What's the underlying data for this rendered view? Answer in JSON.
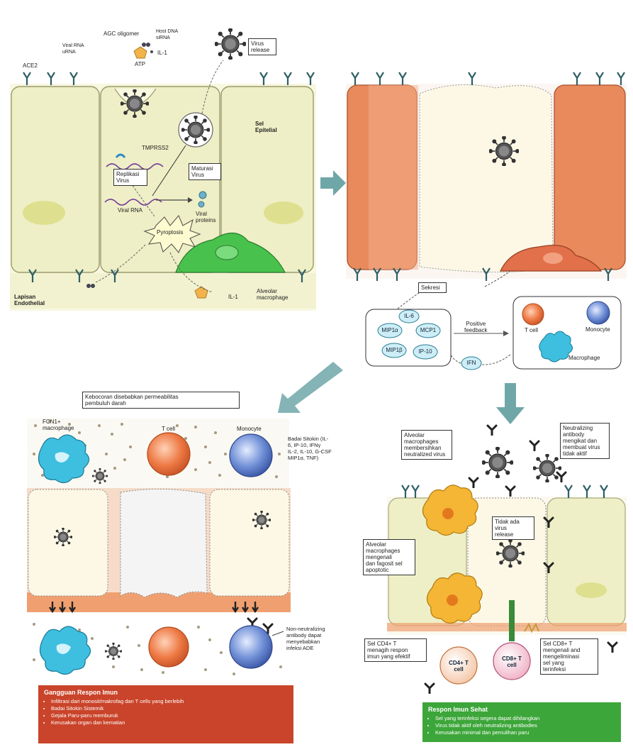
{
  "colors": {
    "epithelium_healthy": "#eeefc6",
    "epithelium_infected": "#e98a5c",
    "macrophage_green": "#48c24c",
    "cytokine_blue": "#cdeef6",
    "tcell_orange": "#ee7a45",
    "monocyte_blue": "#6f8fd6",
    "fcn1_macrophage": "#3ebfe0",
    "alveolar_macrophage": "#f4b634",
    "arrow_teal": "#6fa7a8",
    "impaired_box": "#c9442a",
    "healthy_box": "#3da63a"
  },
  "panel_a": {
    "agc_oligomer": "AGC oligomer",
    "host_dna": "Host DNA\nsiRNA",
    "viral_rna": "Viral RNA\nuRNA",
    "il1_top": "IL-1",
    "atp": "ATP",
    "ace2": "ACE2",
    "virus_release": "Virus\nrelease",
    "sel_epitelial": "Sel\nEpitelial",
    "tmprss2": "TMPRSS2",
    "replikasi": "Replikasi\nVirus",
    "maturasi": "Maturasi\nVirus",
    "viral_rna_strand": "Viral RNA",
    "viral_proteins": "Viral\nproteins",
    "pyroptosis": "Pyroptosis",
    "alveolar_macrophage": "Alveolar\nmacrophage",
    "lapisan_endothelial": "Lapisan\nEndothelial",
    "il1_bottom": "IL-1"
  },
  "panel_b": {
    "sekresi": "Sekresi",
    "cytokines": [
      "IL-6",
      "MIP1α",
      "MCP1",
      "MIP1β",
      "IP-10"
    ],
    "positive_feedback": "Positive\nfeedback",
    "ifn": "IFN",
    "t_cell": "T cell",
    "monocyte": "Monocyte",
    "macrophage": "Macrophage"
  },
  "panel_c": {
    "leakage_box": "Kebocoran disebabkan permeabilitas\npembuluh darah",
    "fcn1_macrophage": "FCN1+\nmacrophage",
    "t_cell": "T cell",
    "monocyte": "Monocyte",
    "cytokine_storm": "Badai Sitokin (IL-\n6, IP-10, IFNγ\nIL-2, IL-10, G-CSF\nMIP1α, TNF)",
    "non_neutralizing": "Non-neutralizing\nantibody dapat\nmenyebabkan\ninfeksi ADE",
    "impaired_title": "Gangguan Respon Imun",
    "impaired_points": [
      "Infiltrasi dari monosit/makrofag dan T cells yang berlebih",
      "Badai Sitokin Sistemik",
      "Gejala Paru-paru memburuk",
      "Kerusakan organ dan kematian"
    ]
  },
  "panel_d": {
    "alv_mac_neutralize": "Alveolar\nmacrophages\nmembersihkan\nneutralized virus",
    "neutralizing_ab": "Neutralizing\nantibody\nmengikat dan\nmembuat virus\ntidak aktif",
    "tidak_ada_virus": "Tidak ada virus\nrelease",
    "alv_mac_apoptotic": "Alveolar\nmacrophages\nmengenali\ndan fagosit sel\napoptotic",
    "cd4_text": "Sel CD4+ T\nmenagih respon\nimun yang efektif",
    "cd4_cell": "CD4+\nT cell",
    "cd8_cell": "CD8+\nT cell",
    "cd8_text": "Sel CD8+ T\nmengenali and\nmengeliminasi\nsel yang\nterinfeksi",
    "healthy_title": "Respon Imun Sehat",
    "healthy_points": [
      "Sel yang terinfeksi segera dapat dihilangkan",
      "Virus tidak aktif oleh neutralizing antibodies",
      "Kerusakan minimal dan pemulihan paru"
    ]
  }
}
